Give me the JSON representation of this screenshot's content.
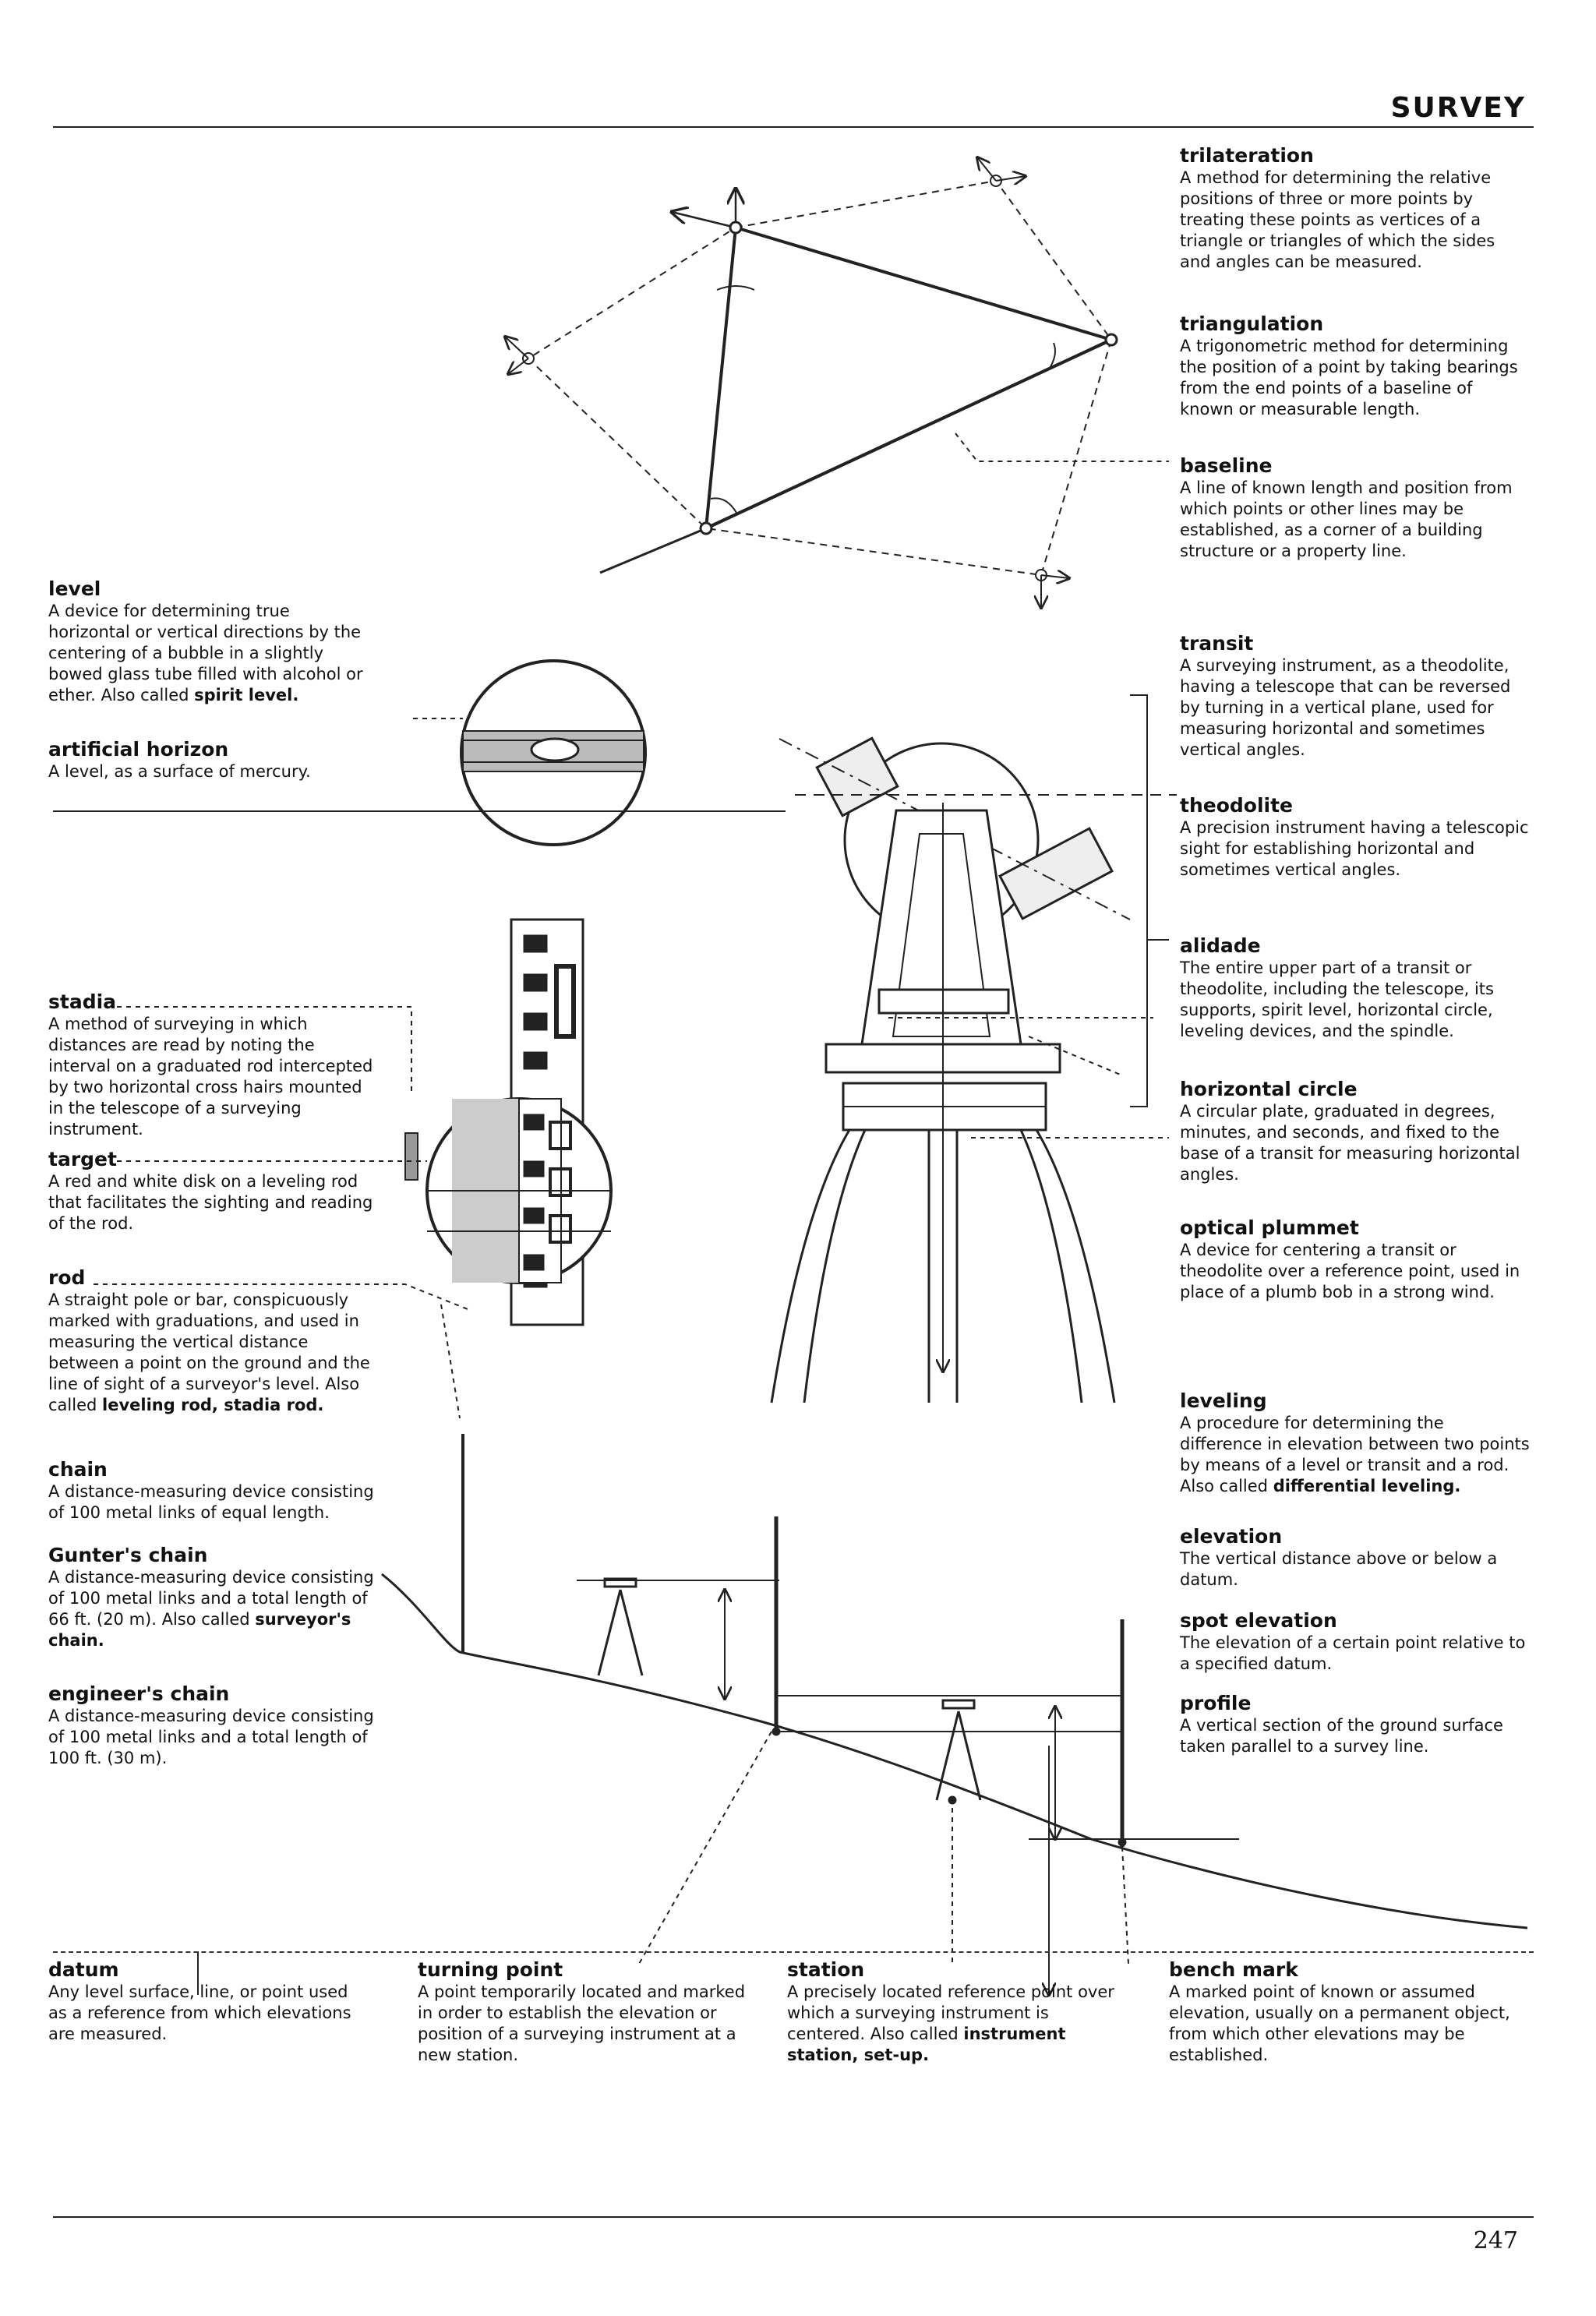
{
  "header": {
    "section_title": "SURVEY"
  },
  "page_number": "247",
  "definitions": {
    "trilateration": {
      "term": "trilateration",
      "body": "A method for determining the relative positions of three or more points by treating these points as vertices of a triangle or triangles of which the sides and angles can be measured."
    },
    "triangulation": {
      "term": "triangulation",
      "body": "A trigonometric method for determining the position of a point by taking bearings from the end points of a baseline of known or measurable length."
    },
    "baseline": {
      "term": "baseline",
      "body": "A line of known length and position from which points or other lines may be established, as a corner of a building structure or a property line."
    },
    "level": {
      "term": "level",
      "body": "A device for determining true horizontal or vertical directions by the centering of a bubble in a slightly bowed glass tube filled with alcohol or ether. Also called",
      "aka": "spirit level."
    },
    "artificial_horizon": {
      "term": "artificial horizon",
      "body": "A level, as a surface of mercury."
    },
    "transit": {
      "term": "transit",
      "body": "A surveying instrument, as a theodolite, having a telescope that can be reversed by turning in a vertical plane, used for measuring horizontal and sometimes vertical angles."
    },
    "theodolite": {
      "term": "theodolite",
      "body": "A precision instrument having a telescopic sight for establishing horizontal and sometimes vertical angles."
    },
    "alidade": {
      "term": "alidade",
      "body": "The entire upper part of a transit or theodolite, including the telescope, its supports, spirit level, horizontal circle, leveling devices, and the spindle."
    },
    "horizontal_circle": {
      "term": "horizontal circle",
      "body": "A circular plate, graduated in degrees, minutes, and seconds, and fixed to the base of a transit for measuring horizontal angles."
    },
    "optical_plummet": {
      "term": "optical plummet",
      "body": "A device for centering a transit or theodolite over a reference point, used in place of a plumb bob in a strong wind."
    },
    "stadia": {
      "term": "stadia",
      "body": "A method of surveying in which distances are read by noting the interval on a graduated rod intercepted by two horizontal cross hairs mounted in the telescope of a surveying instrument."
    },
    "target": {
      "term": "target",
      "body": "A red and white disk on a leveling rod that facilitates the sighting and reading of the rod."
    },
    "rod": {
      "term": "rod",
      "body": "A straight pole or bar, conspicuously marked with graduations, and used in measuring the vertical distance between a point on the ground and the line of sight of a surveyor's level. Also called",
      "aka": "leveling rod, stadia rod."
    },
    "chain": {
      "term": "chain",
      "body": "A distance-measuring device consisting of 100 metal links of equal length."
    },
    "gunters_chain": {
      "term": "Gunter's chain",
      "body": "A distance-measuring device consisting of 100 metal links and a total length of 66 ft. (20 m). Also called",
      "aka": "surveyor's chain."
    },
    "engineers_chain": {
      "term": "engineer's chain",
      "body": "A distance-measuring device consisting of 100 metal links and a total length of 100 ft. (30 m)."
    },
    "leveling": {
      "term": "leveling",
      "body": "A procedure for determining the difference in elevation between two points by means of a level or transit and a rod. Also called",
      "aka": "differential leveling."
    },
    "elevation": {
      "term": "elevation",
      "body": "The vertical distance above or below a datum."
    },
    "spot_elevation": {
      "term": "spot elevation",
      "body": "The elevation of a certain point relative to a specified datum."
    },
    "profile": {
      "term": "profile",
      "body": "A vertical section of the ground surface taken parallel to a survey line."
    },
    "datum": {
      "term": "datum",
      "body": "Any level surface, line, or point used as a reference from which elevations are measured."
    },
    "turning_point": {
      "term": "turning point",
      "body": "A point temporarily located and marked in order to establish the elevation or position of a surveying instrument at a new station."
    },
    "station": {
      "term": "station",
      "body": "A precisely located reference point over which a surveying instrument is centered. Also called",
      "aka": "instrument station, set-up."
    },
    "bench_mark": {
      "term": "bench mark",
      "body": "A marked point of known or assumed elevation, usually on a permanent object, from which other elevations may be established."
    }
  }
}
